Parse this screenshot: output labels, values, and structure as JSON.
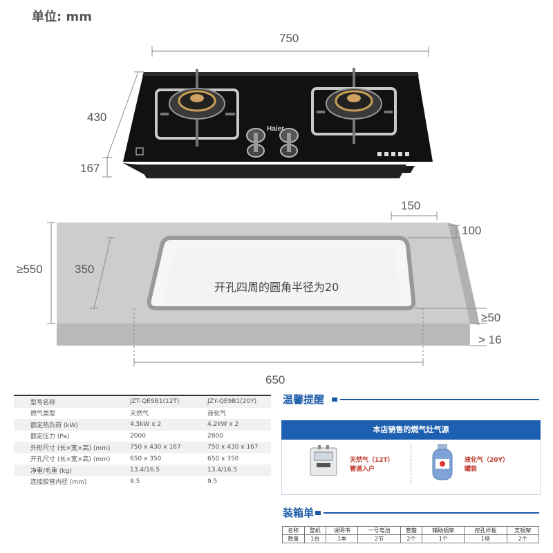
{
  "unit_label": "单位: mm",
  "dims": {
    "width": "750",
    "depth": "430",
    "height": "167",
    "cut_back_margin": "150",
    "cut_side_margin": "100",
    "counter_depth": "≥550",
    "cut_depth": "350",
    "front_margin": "≥50",
    "counter_thickness": "> 16",
    "cut_width": "650"
  },
  "radius_note": "开孔四周的圆角半径为20",
  "brand_logo": "Haier",
  "specs": [
    [
      "型号名称",
      "JZT-QE9B1(12T)",
      "JZY-QE9B1(20Y)"
    ],
    [
      "燃气类型",
      "天然气",
      "液化气"
    ],
    [
      "额定热负荷 (kW)",
      "4.5kW x 2",
      "4.2kW x 2"
    ],
    [
      "额定压力 (Pa)",
      "2000",
      "2800"
    ],
    [
      "外形尺寸 (长×宽×高) (mm)",
      "750 x 430 x 167",
      "750 x 430 x 167"
    ],
    [
      "开孔尺寸 (长×宽×高) (mm)",
      "650 x 350",
      "650 x 350"
    ],
    [
      "净重/毛重 (kg)",
      "13.4/16.5",
      "13.4/16.5"
    ],
    [
      "连接胶管内径 (mm)",
      "9.5",
      "9.5"
    ]
  ],
  "reminder": {
    "title": "温馨提醒",
    "banner": "本店销售的燃气灶气源",
    "ng_line1": "天然气（12T）",
    "ng_line2": "管道入户",
    "lpg_line1": "液化气（20Y）",
    "lpg_line2": "罐装"
  },
  "packing": {
    "title": "装箱单",
    "headers": [
      "名称",
      "整机",
      "说明书",
      "一号电池",
      "管箍",
      "辅助锅架",
      "挖孔样板",
      "支锅架"
    ],
    "values": [
      "数量",
      "1台",
      "1本",
      "2节",
      "2个",
      "1个",
      "1块",
      "2个"
    ]
  },
  "colors": {
    "accent_blue": "#1d5fb0",
    "gas_red": "#c0392b",
    "glass_black": "#111111",
    "counter_gray": "#c8c8c8"
  }
}
